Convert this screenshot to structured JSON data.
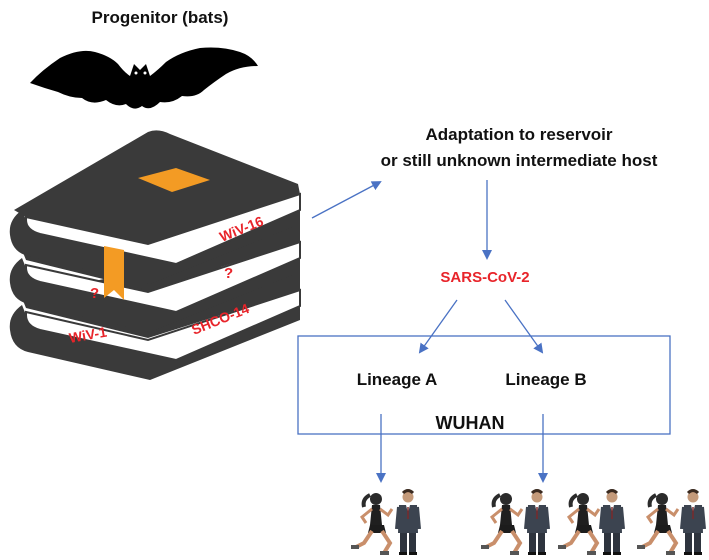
{
  "title": "Progenitor (bats)",
  "adaptation": {
    "line1": "Adaptation to reservoir",
    "line2": "or still unknown intermediate host"
  },
  "virus_label": "SARS-CoV-2",
  "books": {
    "top_label": "WiV-16",
    "middle_question": "?",
    "left_question": "?",
    "bottom_left_label": "WiV-1",
    "bottom_right_label": "SHCO-14"
  },
  "lineage_a": "Lineage A",
  "lineage_b": "Lineage B",
  "city": "WUHAN",
  "colors": {
    "label_red": "#e8242a",
    "arrow_blue": "#4a72c4",
    "book_dark": "#3a3a3a",
    "accent_orange": "#f39b24",
    "box_border": "#4a72c4"
  },
  "icons": [
    "bat-icon",
    "runner-icon",
    "businessman-icon"
  ]
}
